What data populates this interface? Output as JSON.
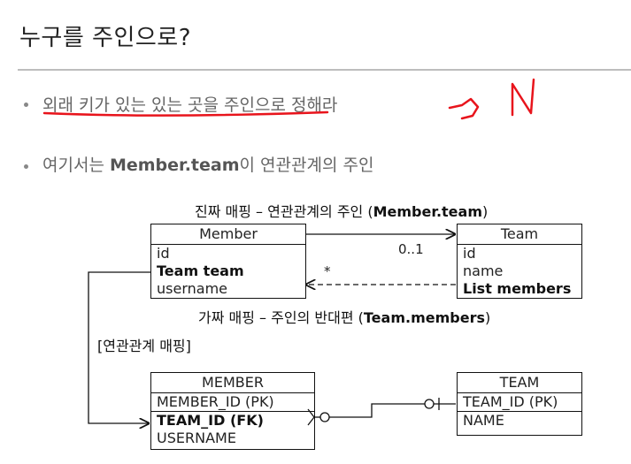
{
  "slide": {
    "title": "누구를 주인으로?",
    "bullet1": "외래 키가 있는 있는 곳을 주인으로 정해라",
    "bullet2_prefix": "여기서는 ",
    "bullet2_bold": "Member.team",
    "bullet2_suffix": "이 연관관계의 주인"
  },
  "diagram": {
    "real_mapping_prefix": "진짜 매핑 – 연관관계의 주인 (",
    "real_mapping_bold": "Member.team",
    "real_mapping_suffix": ")",
    "fake_mapping_prefix": "가짜 매핑 – 주인의 반대편 (",
    "fake_mapping_bold": "Team.members",
    "fake_mapping_suffix": ")",
    "relation_label": "[연관관계 매핑]",
    "multiplicity_one": "0..1",
    "multiplicity_many": "*",
    "member_class": {
      "name": "Member",
      "fields": [
        "id",
        "Team team",
        "username"
      ]
    },
    "team_class": {
      "name": "Team",
      "fields": [
        "id",
        "name",
        "List members"
      ]
    },
    "member_table": {
      "name": "MEMBER",
      "pk": "MEMBER_ID (PK)",
      "fk": "TEAM_ID (FK)",
      "cols": [
        "USERNAME"
      ]
    },
    "team_table": {
      "name": "TEAM",
      "pk": "TEAM_ID (PK)",
      "cols": [
        "NAME"
      ]
    }
  },
  "annotation_color": "#e8141c"
}
